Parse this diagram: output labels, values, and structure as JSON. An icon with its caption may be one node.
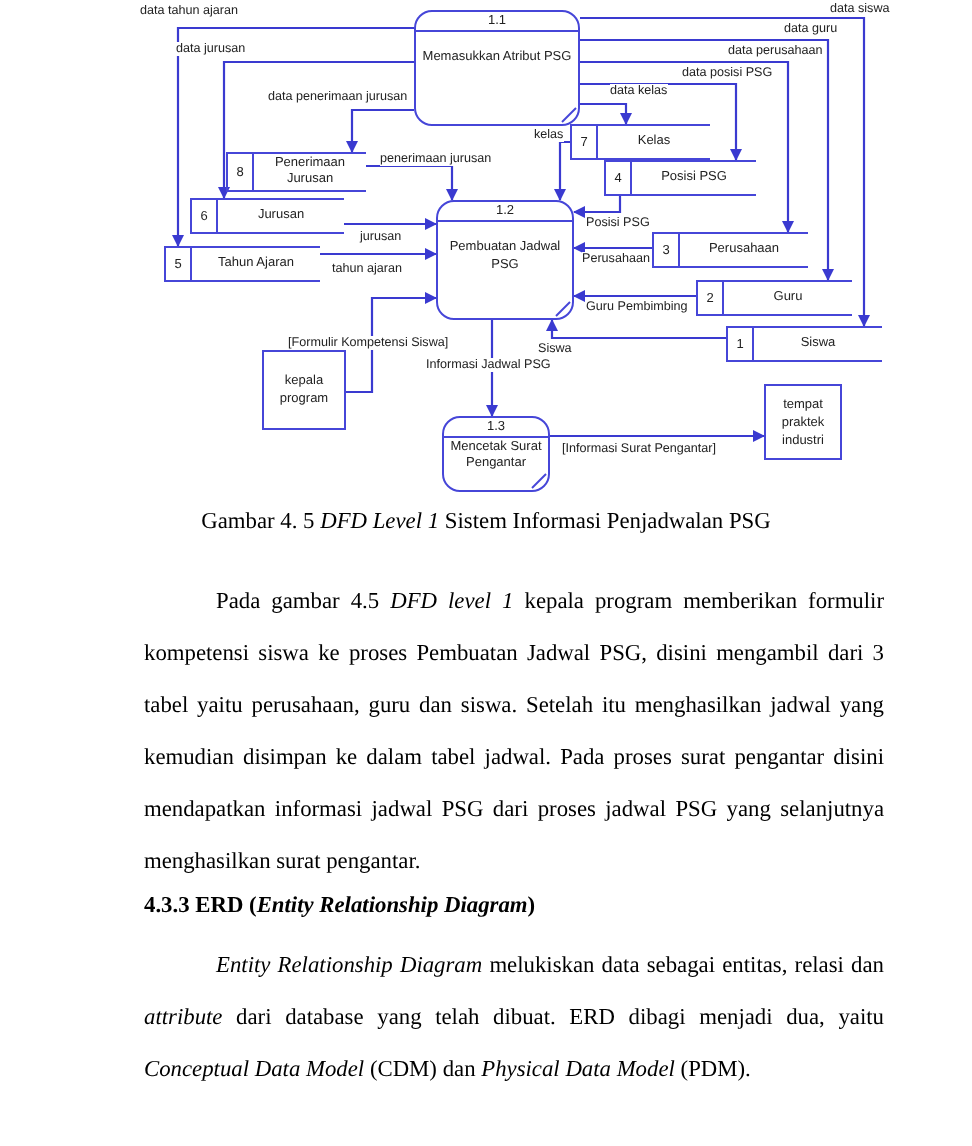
{
  "diagram": {
    "caption": "Gambar 4. 5 *DFD Level 1* Sistem Informasi Penjadwalan PSG",
    "nodes": [
      {
        "text": [
          "1.1",
          "Memasukkan Atribut PSG"
        ]
      },
      {
        "text": [
          "8",
          "Penerimaan Jurusan"
        ]
      },
      {
        "text": [
          "7",
          "Kelas"
        ]
      },
      {
        "text": [
          "4",
          "Posisi PSG"
        ]
      },
      {
        "text": [
          "6",
          "Jurusan"
        ]
      },
      {
        "text": [
          "1.2",
          "Pembuatan Jadwal PSG"
        ]
      },
      {
        "text": [
          "3",
          "Perusahaan"
        ]
      },
      {
        "text": [
          "5",
          "Tahun Ajaran"
        ]
      },
      {
        "text": [
          "2",
          "Guru"
        ]
      },
      {
        "text": [
          "1",
          "Siswa"
        ]
      },
      {
        "text": [
          "kepala program"
        ]
      },
      {
        "text": [
          "1.3",
          "Mencetak Surat Pengantar"
        ]
      },
      {
        "text": [
          "tempat praktek industri"
        ]
      }
    ],
    "edges": [
      {
        "from": 0,
        "to": 7,
        "arrow": "to",
        "label": "data tahun ajaran"
      },
      {
        "from": 0,
        "to": 4,
        "arrow": "to",
        "label": "data jurusan"
      },
      {
        "from": 0,
        "to": 1,
        "arrow": "to",
        "label": "data penerimaan jurusan"
      },
      {
        "from": 0,
        "to": 2,
        "arrow": "to",
        "label": "data kelas"
      },
      {
        "from": 0,
        "to": 3,
        "arrow": "to",
        "label": "data posisi PSG"
      },
      {
        "from": 0,
        "to": 6,
        "arrow": "to",
        "label": "data perusahaan"
      },
      {
        "from": 0,
        "to": 8,
        "arrow": "to",
        "label": "data guru"
      },
      {
        "from": 0,
        "to": 9,
        "arrow": "to",
        "label": "data siswa"
      },
      {
        "from": 1,
        "to": 5,
        "arrow": "to",
        "label": "penerimaan jurusan"
      },
      {
        "from": 2,
        "to": 5,
        "arrow": "to",
        "label": "kelas"
      },
      {
        "from": 4,
        "to": 5,
        "arrow": "to",
        "label": "jurusan"
      },
      {
        "from": 7,
        "to": 5,
        "arrow": "to",
        "label": "tahun ajaran"
      },
      {
        "from": 3,
        "to": 5,
        "arrow": "to",
        "label": "Posisi PSG"
      },
      {
        "from": 6,
        "to": 5,
        "arrow": "to",
        "label": "Perusahaan"
      },
      {
        "from": 8,
        "to": 5,
        "arrow": "to",
        "label": "Guru Pembimbing"
      },
      {
        "from": 9,
        "to": 5,
        "arrow": "to",
        "label": "Siswa"
      },
      {
        "from": 10,
        "to": 5,
        "arrow": "to",
        "label": "[Formulir Kompetensi Siswa]"
      },
      {
        "from": 5,
        "to": 11,
        "arrow": "to",
        "label": "Informasi Jadwal PSG"
      },
      {
        "from": 11,
        "to": 12,
        "arrow": "to",
        "label": "[Informasi Surat Pengantar]"
      }
    ],
    "labels": [
      "Pada gambar 4.5 *DFD level 1* kepala program memberikan formulir kompetensi siswa ke proses Pembuatan Jadwal PSG, disini mengambil dari 3 tabel yaitu perusahaan, guru dan siswa. Setelah itu menghasilkan jadwal yang kemudian disimpan ke dalam tabel jadwal. Pada proses surat pengantar disini mendapatkan informasi jadwal PSG dari proses jadwal PSG yang selanjutnya menghasilkan surat pengantar.",
      "4.3.3 ERD (*Entity Relationship Diagram*)",
      "*Entity Relationship Diagram* melukiskan data sebagai entitas, relasi dan *attribute* dari database yang telah dibuat. ERD dibagi menjadi dua, yaitu *Conceptual Data Model* (CDM) dan *Physical Data Model* (PDM)."
    ]
  }
}
